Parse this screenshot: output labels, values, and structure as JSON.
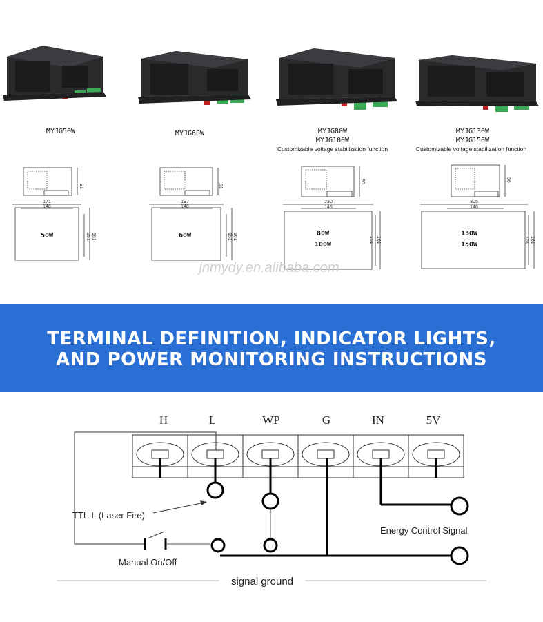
{
  "products": [
    {
      "model_lines": [
        "MYJG50W"
      ],
      "note": "",
      "power_lines": [
        "50W"
      ],
      "top_width": "171",
      "inner_width": "146",
      "height_top": "91",
      "dim_h1": "151",
      "dim_h2": "161"
    },
    {
      "model_lines": [
        "MYJG60W"
      ],
      "note": "",
      "power_lines": [
        "60W"
      ],
      "top_width": "197",
      "inner_width": "146",
      "height_top": "91",
      "dim_h1": "151",
      "dim_h2": "161"
    },
    {
      "model_lines": [
        "MYJG80W",
        "MYJG100W"
      ],
      "note": "Customizable voltage stabilization function",
      "power_lines": [
        "80W",
        "100W"
      ],
      "top_width": "230",
      "inner_width": "146",
      "height_top": "96",
      "dim_h1": "151",
      "dim_h2": "161"
    },
    {
      "model_lines": [
        "MYJG130W",
        "MYJG150W"
      ],
      "note": "Customizable voltage stabilization function",
      "power_lines": [
        "130W",
        "150W"
      ],
      "top_width": "305",
      "inner_width": "146",
      "height_top": "96",
      "dim_h1": "151",
      "dim_h2": "161"
    }
  ],
  "watermark": "jnmydy.en.alibaba.com",
  "banner": {
    "line1": "TERMINAL DEFINITION, INDICATOR LIGHTS,",
    "line2": "AND POWER MONITORING INSTRUCTIONS",
    "color": "#2a6fd3"
  },
  "wiring": {
    "terminals": [
      "H",
      "L",
      "WP",
      "G",
      "IN",
      "5V"
    ],
    "ttl_label": "TTL-L (Laser Fire)",
    "energy_label": "Energy Control Signal",
    "switch_label": "Manual On/Off",
    "ground_label": "signal ground"
  }
}
